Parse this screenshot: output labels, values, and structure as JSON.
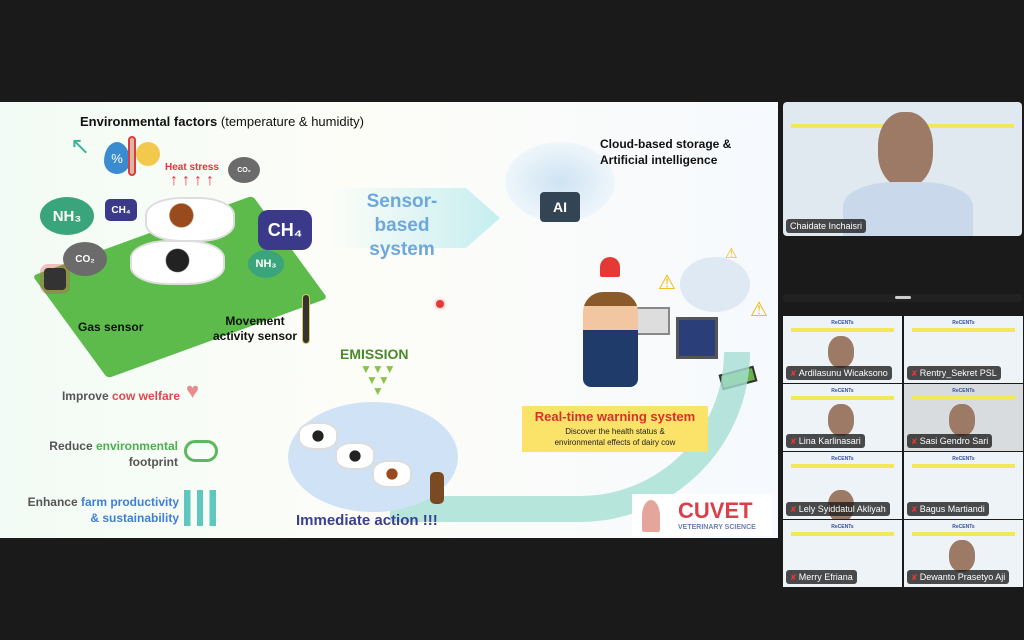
{
  "slide": {
    "env_title_bold": "Environmental factors",
    "env_title_rest": "(temperature & humidity)",
    "heat_stress": "Heat stress",
    "gases": {
      "nh3": "NH₃",
      "ch4": "CH₄",
      "co2": "CO₂"
    },
    "gas_sensor": "Gas sensor",
    "movement_sensor": "Movement activity sensor",
    "sensor_system": "Sensor-based system",
    "cloud_title": "Cloud-based storage & Artificial intelligence",
    "ai_chip": "AI",
    "warning_title": "Real-time warning system",
    "warning_sub": "Discover the health status & environmental effects of dairy cow",
    "emission": "EMISSION",
    "immediate": "Immediate action !!!",
    "benefits": [
      {
        "pre": "Improve ",
        "hl": "cow welfare",
        "post": "",
        "color": "#e0474c"
      },
      {
        "pre": "Reduce ",
        "hl": "environmental",
        "post": "footprint",
        "color": "#4caf50"
      },
      {
        "pre": "Enhance ",
        "hl": "farm productivity",
        "post": "& sustainability",
        "color": "#3f7fd8"
      }
    ],
    "logo_main": "CUVET",
    "logo_sub": "VETERINARY SCIENCE"
  },
  "speaker": {
    "name": "Chaidate Inchaisri"
  },
  "participants": [
    {
      "name": "Ardilasunu Wicaksono",
      "muted": true
    },
    {
      "name": "Rentry_Sekret PSL",
      "muted": true
    },
    {
      "name": "Lina Karlinasari",
      "muted": true
    },
    {
      "name": "Sasi Gendro Sari",
      "muted": true
    },
    {
      "name": "Lely Syiddatul Akliyah",
      "muted": true
    },
    {
      "name": "Bagus Martiandi",
      "muted": true
    },
    {
      "name": "Merry Efriana",
      "muted": true
    },
    {
      "name": "Dewanto Prasetyo Aji",
      "muted": true
    }
  ],
  "tile_brand": "ReCENTs",
  "mute_icon": "muted-mic-icon"
}
